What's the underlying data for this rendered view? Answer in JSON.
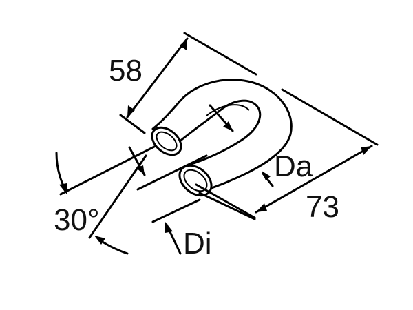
{
  "diagram": {
    "labels": {
      "length_58": "58",
      "length_73": "73",
      "outer_diameter": "Da",
      "inner_diameter": "Di",
      "angle": "30°"
    },
    "colors": {
      "line": "#000000",
      "background": "#ffffff"
    }
  }
}
